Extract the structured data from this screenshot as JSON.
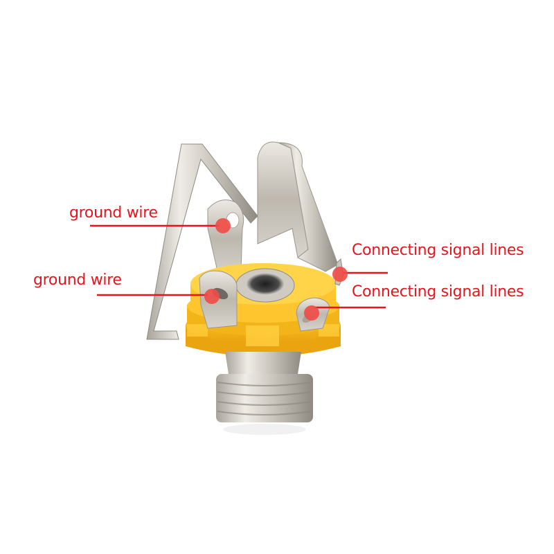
{
  "figure": {
    "subject": "6.35mm mono audio jack socket with yellow insulating body and nickel-plated terminals",
    "annotation_color": "#e8141c",
    "dot_color": "#f04b45",
    "annotations": [
      {
        "id": "ground-1",
        "label": "ground wire"
      },
      {
        "id": "ground-2",
        "label": "ground wire"
      },
      {
        "id": "signal-1",
        "label": "Connecting signal lines"
      },
      {
        "id": "signal-2",
        "label": "Connecting signal lines"
      }
    ]
  }
}
